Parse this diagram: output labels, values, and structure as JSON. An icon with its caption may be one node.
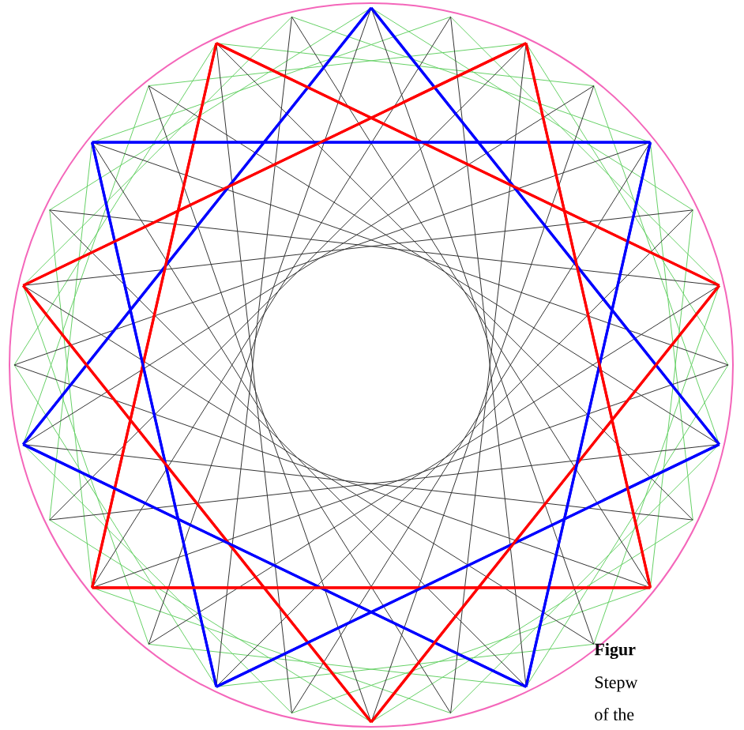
{
  "diagram": {
    "labels": [
      "Figur",
      "Stepw",
      "of the"
    ]
  }
}
